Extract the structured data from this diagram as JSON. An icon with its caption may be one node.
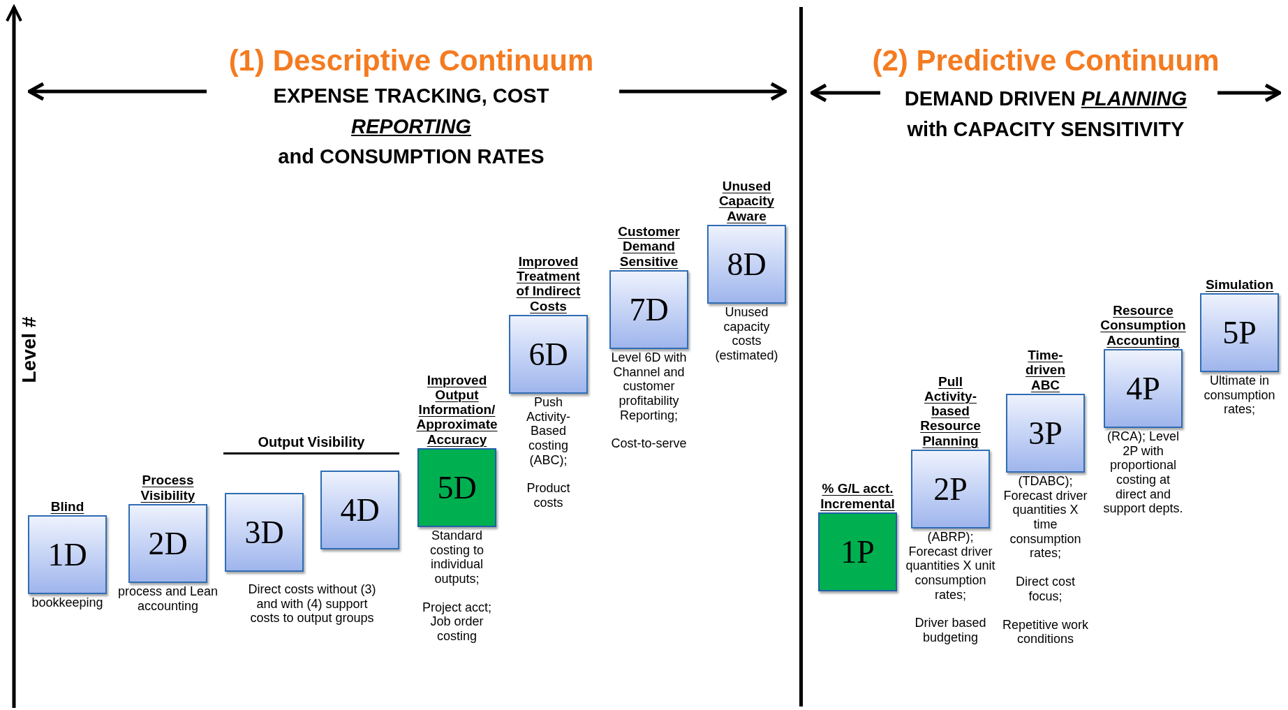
{
  "diagram": {
    "nodes": [
      {
        "text": [
          "Blind",
          "1D"
        ],
        "beside": [
          "bookkeeping"
        ]
      },
      {
        "text": [
          "Process Visibility",
          "2D"
        ],
        "beside": [
          "process and Lean accounting"
        ]
      },
      {
        "text": [
          "3D"
        ]
      },
      {
        "text": [
          "4D"
        ]
      },
      {
        "text": [
          "Improved Output Information/ Approximate Accuracy",
          "5D"
        ],
        "beside": [
          "Standard costing to individual outputs;",
          "Project acct; Job order costing"
        ]
      },
      {
        "text": [
          "Improved Treatment of Indirect Costs",
          "6D"
        ],
        "beside": [
          "Push Activity-Based costing (ABC);",
          "Product costs"
        ]
      },
      {
        "text": [
          "Customer Demand Sensitive",
          "7D"
        ],
        "beside": [
          "Level 6D with Channel and customer profitability Reporting;",
          "Cost-to-serve"
        ]
      },
      {
        "text": [
          "Unused Capacity Aware",
          "8D"
        ],
        "beside": [
          "Unused capacity costs (estimated)"
        ]
      },
      {
        "text": [
          "% G/L acct. Incremental",
          "1P"
        ]
      },
      {
        "text": [
          "Pull Activity-based Resource Planning",
          "2P"
        ],
        "beside": [
          "(ABRP); Forecast driver quantities X unit consumption rates;",
          "Driver based budgeting"
        ]
      },
      {
        "text": [
          "Time-driven ABC",
          "3P"
        ],
        "beside": [
          "(TDABC); Forecast driver quantities X time consumption rates;",
          "Direct cost focus;",
          "Repetitive work conditions"
        ]
      },
      {
        "text": [
          "Resource Consumption Accounting",
          "4P"
        ],
        "beside": [
          "(RCA); Level 2P with proportional costing at direct and support depts."
        ]
      },
      {
        "text": [
          "Simulation",
          "5P"
        ],
        "beside": [
          "Ultimate in consumption rates;"
        ]
      }
    ],
    "labels": [
      "(1) Descriptive Continuum",
      "EXPENSE TRACKING, COST *REPORTING* and CONSUMPTION RATES",
      "(2) Predictive Continuum",
      "DEMAND DRIVEN *PLANNING* with CAPACITY SENSITIVITY",
      "Level #",
      "Output Visibility",
      "Direct costs without (3) and with (4) support costs to output groups"
    ]
  }
}
